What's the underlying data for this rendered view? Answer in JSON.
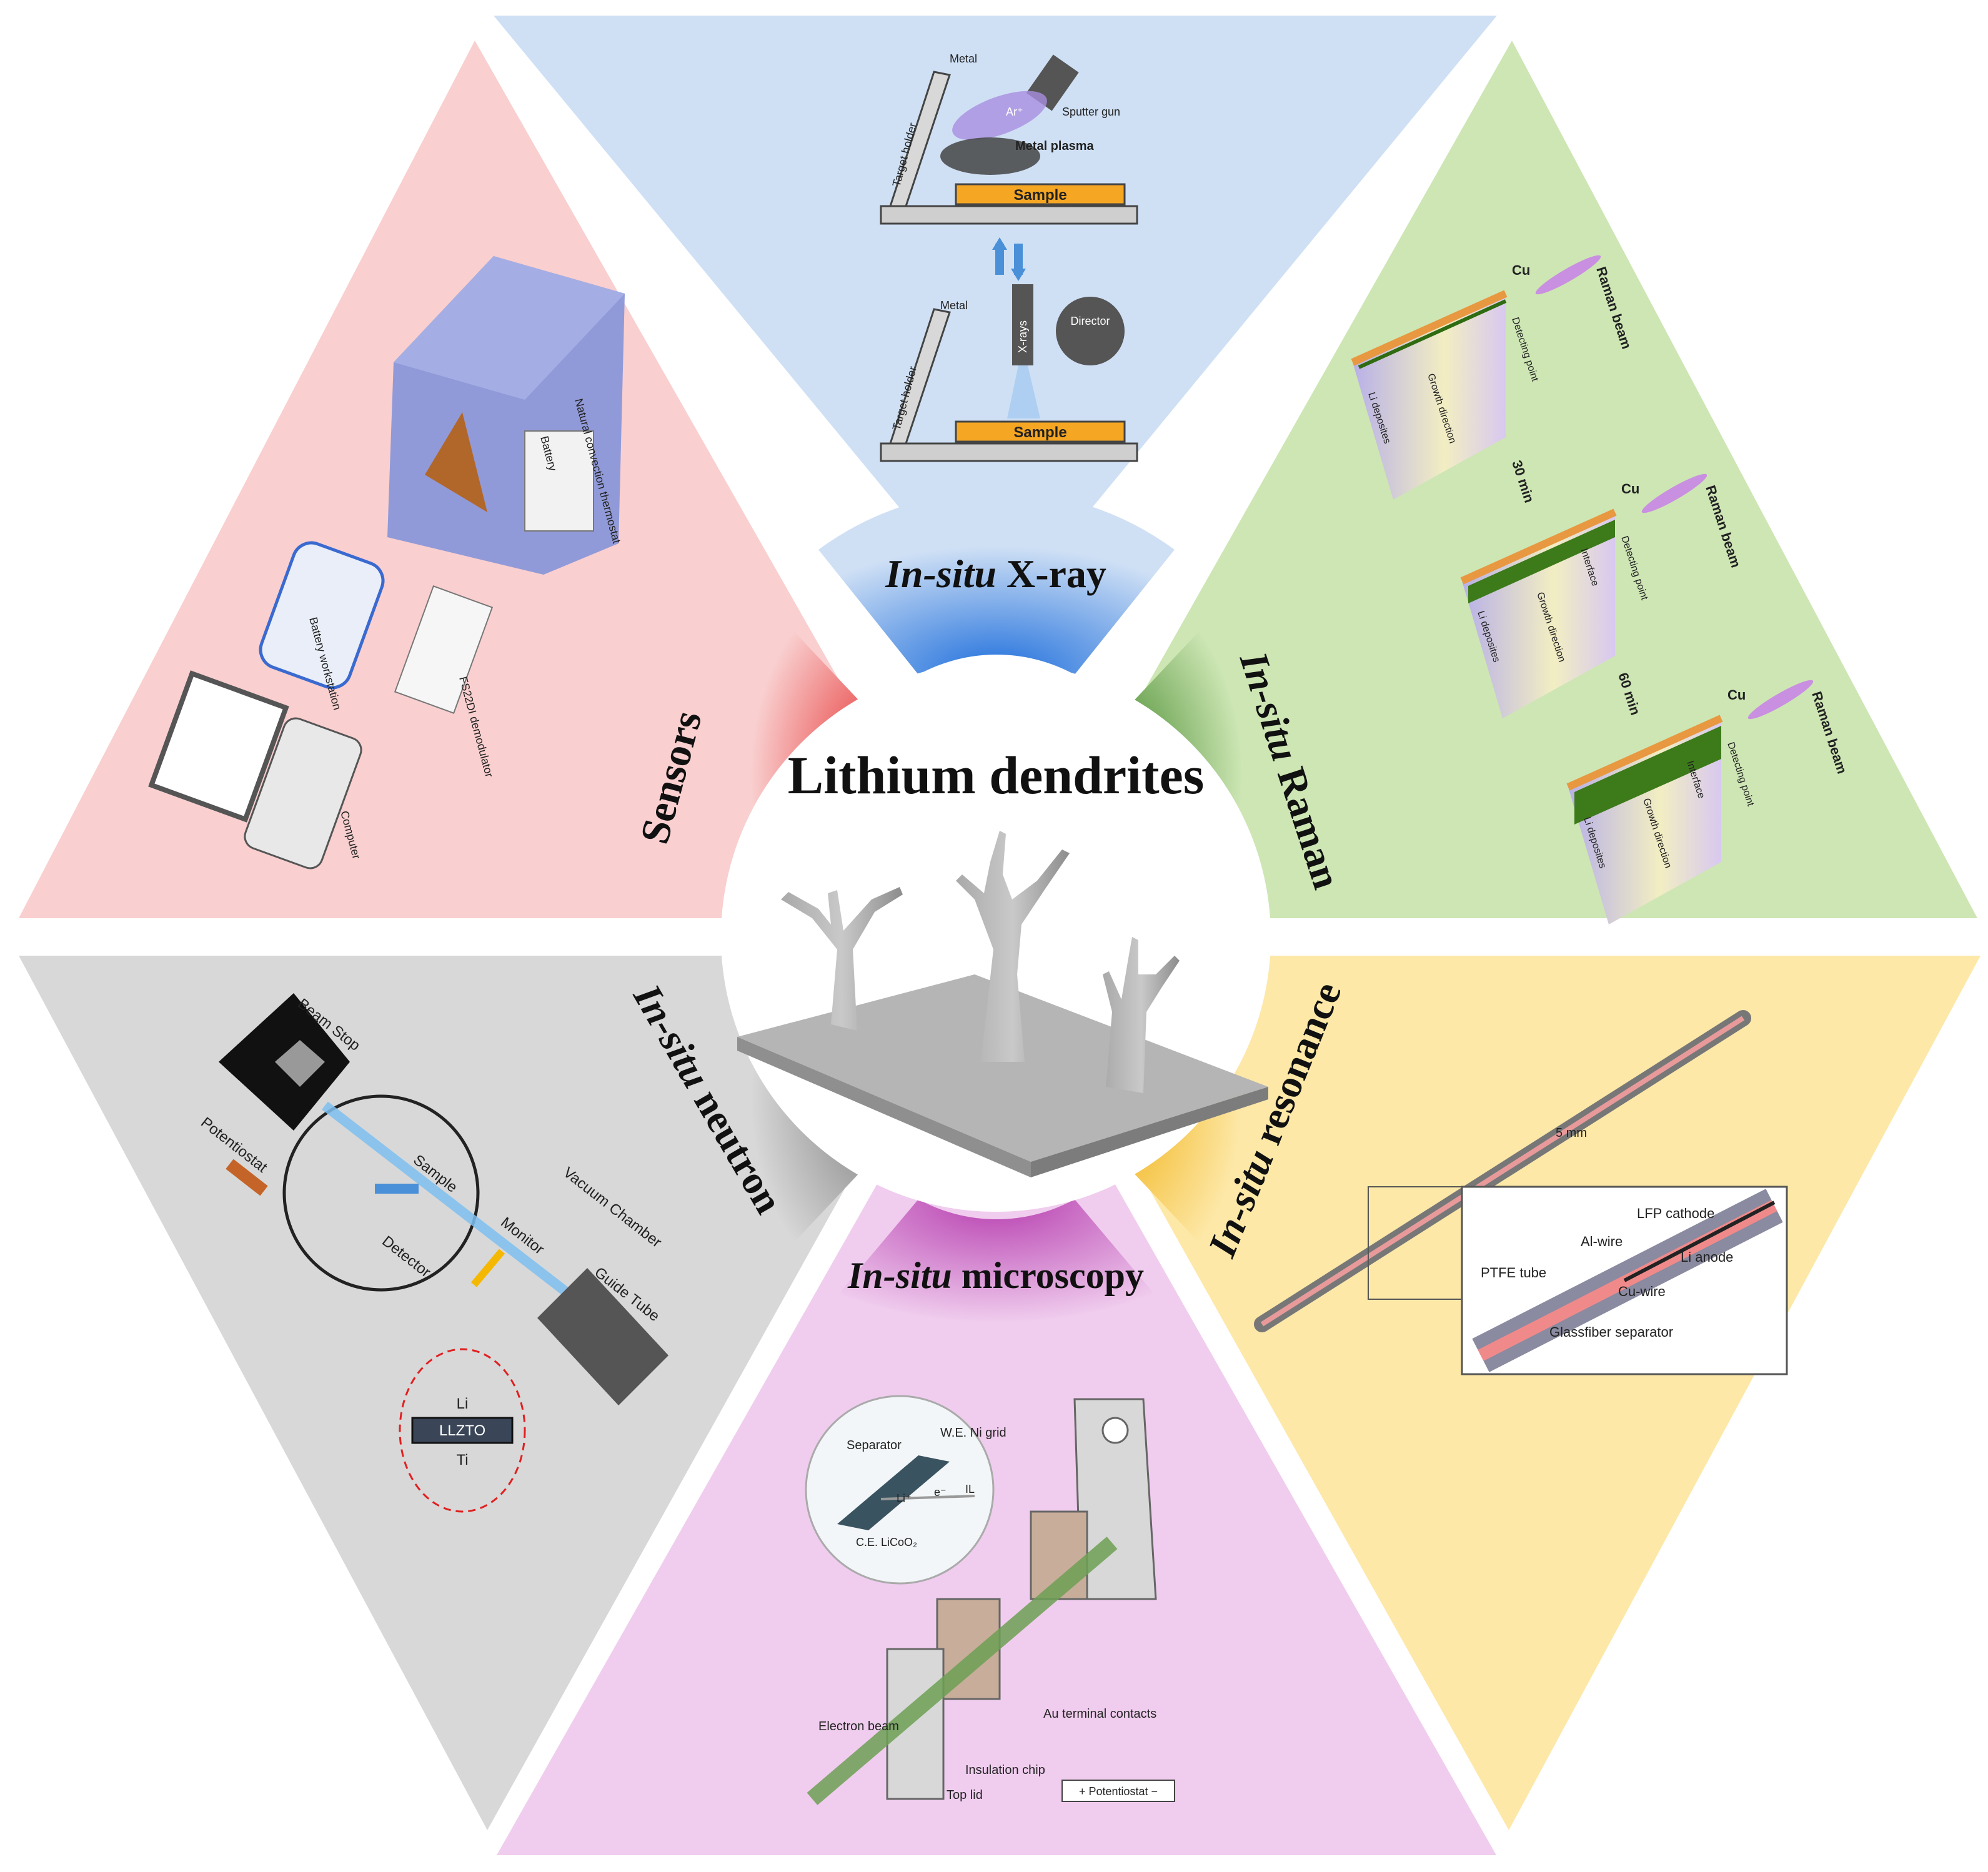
{
  "center": {
    "title": "Lithium dendrites"
  },
  "segments": {
    "xray": {
      "title_prefix": "In-situ",
      "title_suffix": "X-ray",
      "color": "#cfe0f5",
      "arc": "#3a86e0"
    },
    "raman": {
      "title_prefix": "In-situ",
      "title_suffix": "Raman",
      "color": "#cde6b4",
      "arc": "#3c8c22"
    },
    "resonance": {
      "title_prefix": "In-situ",
      "title_suffix": "resonance",
      "color": "#fde8a8",
      "arc": "#f2b81e"
    },
    "microscopy": {
      "title_prefix": "In-situ",
      "title_suffix": "microscopy",
      "color": "#f0cdee",
      "arc": "#c957c2"
    },
    "neutron": {
      "title_prefix": "In-situ",
      "title_suffix": "neutron",
      "color": "#d8d8d8",
      "arc": "#888888"
    },
    "sensors": {
      "title": "Sensors",
      "color": "#f9cfcf",
      "arc": "#ec2a2a"
    }
  },
  "xray_panel": {
    "metal": "Metal",
    "ar": "Ar⁺",
    "sputter_gun": "Sputter gun",
    "metal_plasma": "Metal plasma",
    "target_holder": "Target holder",
    "sample": "Sample",
    "metal_2": "Metal",
    "xrays": "X-rays",
    "director": "Director",
    "target_holder_2": "Target holder",
    "sample_2": "Sample"
  },
  "raman_panel": {
    "cu": "Cu",
    "raman_beam": "Raman beam",
    "detecting_point": "Detecting point",
    "growth_direction": "Growth direction",
    "li_deposites": "Li deposites",
    "interface": "Interface",
    "t30": "30 min",
    "t60": "60 min"
  },
  "resonance_panel": {
    "scale": "5 mm",
    "lfp_cathode": "LFP cathode",
    "al_wire": "Al-wire",
    "li_anode": "Li anode",
    "ptfe_tube": "PTFE tube",
    "cu_wire": "Cu-wire",
    "glassfiber_separator": "Glassfiber separator"
  },
  "microscopy_panel": {
    "separator": "Separator",
    "we_ni_grid": "W.E. Ni grid",
    "li_plus": "Li⁺",
    "e_minus": "e⁻",
    "il": "IL",
    "ce_licoo2": "C.E. LiCoO₂",
    "electron_beam": "Electron beam",
    "au_terminal": "Au terminal contacts",
    "insulation_chip": "Insulation chip",
    "top_lid": "Top lid",
    "potentiostat": "+ Potentiostat −"
  },
  "neutron_panel": {
    "beam_stop": "Beam Stop",
    "potentiostat": "Potentiostat",
    "sample": "Sample",
    "vacuum_chamber": "Vacuum Chamber",
    "monitor": "Monitor",
    "detector": "Detector",
    "guide_tube": "Guide Tube",
    "li": "Li",
    "llzto": "LLZTO",
    "ti": "Ti"
  },
  "sensors_panel": {
    "battery_workstation": "Battery workstation",
    "battery": "Battery",
    "natural_convection": "Natural convection thermostat",
    "demodulator": "FS22DI demodulator",
    "computer": "Computer"
  }
}
